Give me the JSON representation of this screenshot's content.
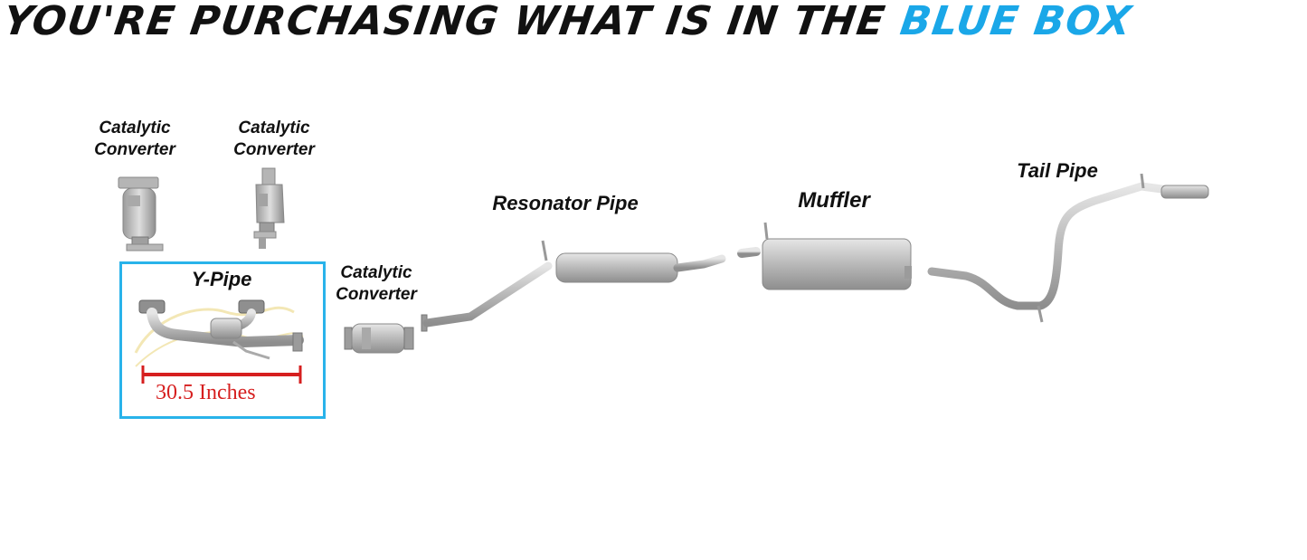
{
  "headline": {
    "prefix": "YOU'RE PURCHASING WHAT IS IN THE ",
    "accent": "BLUE BOX",
    "accent_color": "#1aa7e8"
  },
  "parts": {
    "cat_converter_1": {
      "line1": "Catalytic",
      "line2": "Converter"
    },
    "cat_converter_2": {
      "line1": "Catalytic",
      "line2": "Converter"
    },
    "cat_converter_3": {
      "line1": "Catalytic",
      "line2": "Converter"
    },
    "y_pipe": "Y-Pipe",
    "resonator_pipe": "Resonator Pipe",
    "muffler": "Muffler",
    "tail_pipe": "Tail Pipe"
  },
  "measurement": {
    "label": "30.5 Inches",
    "color": "#d61f1f"
  },
  "box_color": "#29b3ea"
}
